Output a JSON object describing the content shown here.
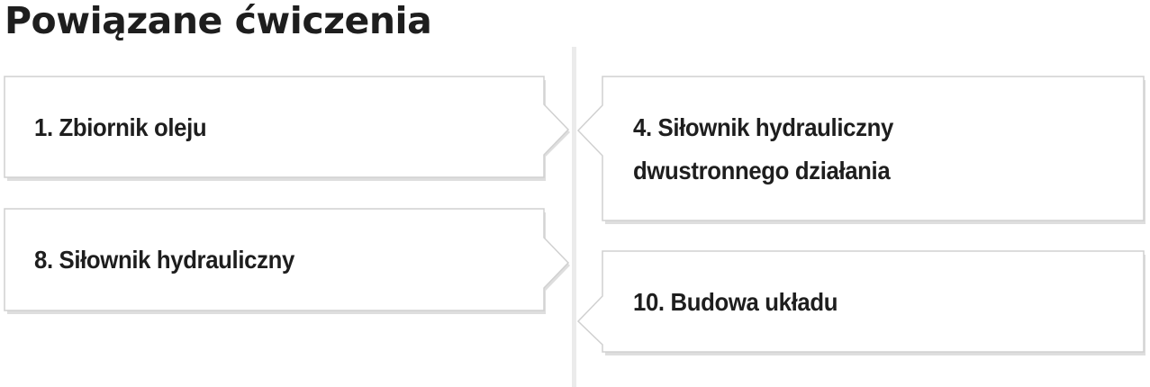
{
  "section": {
    "title": "Powiązane ćwiczenia"
  },
  "colors": {
    "card_border": "#d0d0d0",
    "card_shadow": "#c8c8c8",
    "timeline": "#ebebeb",
    "text": "#1e1e1e"
  },
  "exercises": {
    "left": [
      {
        "label": "1. Zbiornik oleju"
      },
      {
        "label": "8. Siłownik hydrauliczny"
      }
    ],
    "right": [
      {
        "label_line1": "4. Siłownik hydrauliczny",
        "label_line2": "dwustronnego działania"
      },
      {
        "label": "10. Budowa układu"
      }
    ]
  }
}
